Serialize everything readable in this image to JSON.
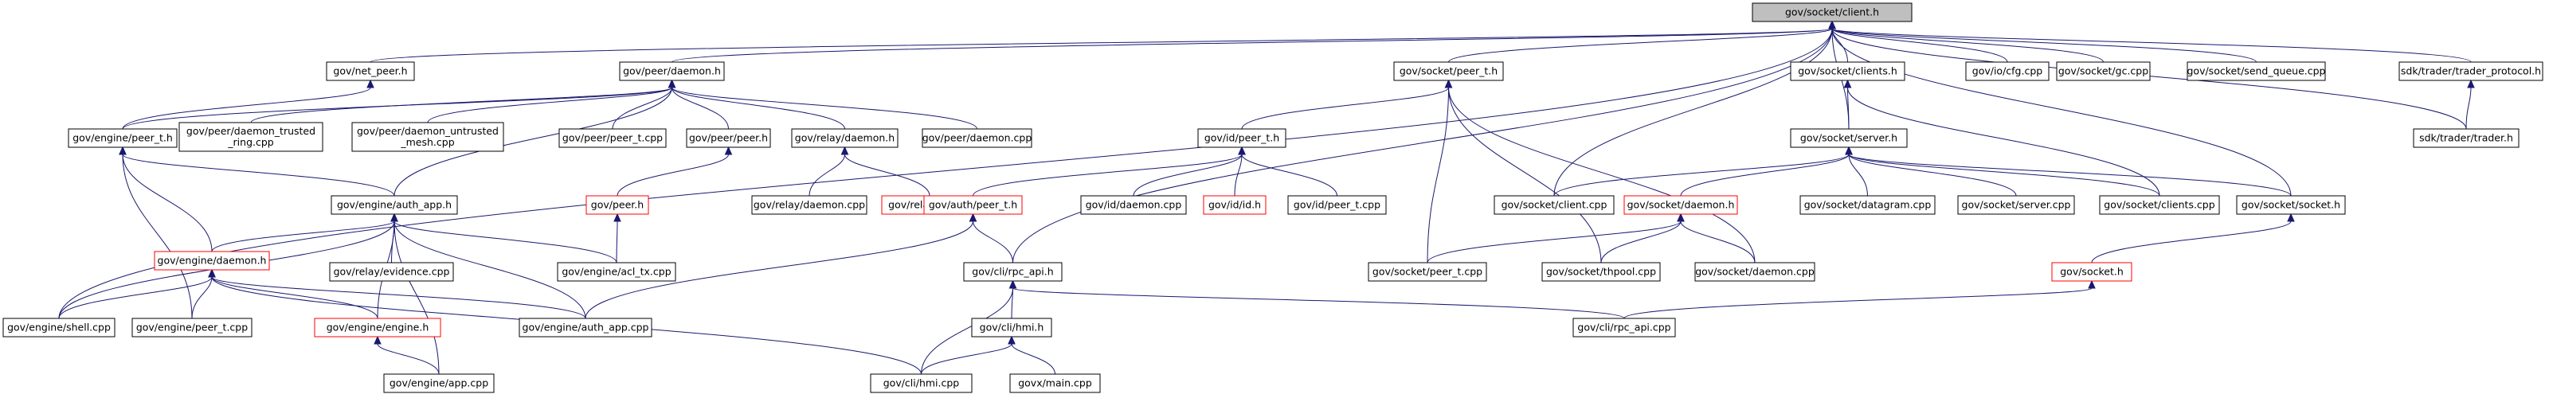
{
  "title": "gov/socket/client.h",
  "nodes": {
    "root": {
      "label": [
        "gov/socket/client.h"
      ],
      "root": true
    },
    "net_peer": {
      "label": [
        "gov/net_peer.h"
      ]
    },
    "peer_daemon_h": {
      "label": [
        "gov/peer/daemon.h"
      ]
    },
    "sock_peer_t_h": {
      "label": [
        "gov/socket/peer_t.h"
      ]
    },
    "sock_clients_h": {
      "label": [
        "gov/socket/clients.h"
      ]
    },
    "io_cfg": {
      "label": [
        "gov/io/cfg.cpp"
      ]
    },
    "sock_gc": {
      "label": [
        "gov/socket/gc.cpp"
      ]
    },
    "send_queue": {
      "label": [
        "gov/socket/send_queue.cpp"
      ]
    },
    "trader_protocol": {
      "label": [
        "sdk/trader/trader_protocol.h"
      ]
    },
    "engine_peer_t_h": {
      "label": [
        "gov/engine/peer_t.h"
      ]
    },
    "daemon_trusted": {
      "label": [
        "gov/peer/daemon_trusted",
        "_ring.cpp"
      ]
    },
    "daemon_untrusted": {
      "label": [
        "gov/peer/daemon_untrusted",
        "_mesh.cpp"
      ]
    },
    "peer_peer_t_cpp": {
      "label": [
        "gov/peer/peer_t.cpp"
      ]
    },
    "peer_peer_h": {
      "label": [
        "gov/peer/peer.h"
      ]
    },
    "relay_daemon_h": {
      "label": [
        "gov/relay/daemon.h"
      ]
    },
    "peer_daemon_cpp": {
      "label": [
        "gov/peer/daemon.cpp"
      ]
    },
    "id_peer_t_h": {
      "label": [
        "gov/id/peer_t.h"
      ]
    },
    "sock_server_h": {
      "label": [
        "gov/socket/server.h"
      ]
    },
    "trader_h": {
      "label": [
        "sdk/trader/trader.h"
      ]
    },
    "engine_auth_app_h": {
      "label": [
        "gov/engine/auth_app.h"
      ]
    },
    "peer_h": {
      "label": [
        "gov/peer.h"
      ],
      "red": true
    },
    "relay_daemon_cpp": {
      "label": [
        "gov/relay/daemon.cpp"
      ]
    },
    "relay_h": {
      "label": [
        "gov/relay/relay.h"
      ],
      "red": true
    },
    "auth_peer_t_h": {
      "label": [
        "gov/auth/peer_t.h"
      ],
      "red": true
    },
    "id_daemon_cpp": {
      "label": [
        "gov/id/daemon.cpp"
      ]
    },
    "id_id_h": {
      "label": [
        "gov/id/id.h"
      ],
      "red": true
    },
    "id_peer_t_cpp": {
      "label": [
        "gov/id/peer_t.cpp"
      ]
    },
    "sock_client_cpp": {
      "label": [
        "gov/socket/client.cpp"
      ]
    },
    "sock_daemon_h": {
      "label": [
        "gov/socket/daemon.h"
      ],
      "red": true
    },
    "sock_datagram": {
      "label": [
        "gov/socket/datagram.cpp"
      ]
    },
    "sock_server_cpp": {
      "label": [
        "gov/socket/server.cpp"
      ]
    },
    "sock_clients_cpp": {
      "label": [
        "gov/socket/clients.cpp"
      ]
    },
    "sock_socket_h": {
      "label": [
        "gov/socket/socket.h"
      ]
    },
    "engine_daemon_h": {
      "label": [
        "gov/engine/daemon.h"
      ],
      "red": true
    },
    "relay_evidence": {
      "label": [
        "gov/relay/evidence.cpp"
      ]
    },
    "acl_tx": {
      "label": [
        "gov/engine/acl_tx.cpp"
      ]
    },
    "cli_rpc_api_h": {
      "label": [
        "gov/cli/rpc_api.h"
      ]
    },
    "sock_peer_t_cpp": {
      "label": [
        "gov/socket/peer_t.cpp"
      ]
    },
    "thpool": {
      "label": [
        "gov/socket/thpool.cpp"
      ]
    },
    "sock_daemon_cpp": {
      "label": [
        "gov/socket/daemon.cpp"
      ]
    },
    "socket_h": {
      "label": [
        "gov/socket.h"
      ],
      "red": true
    },
    "shell_cpp": {
      "label": [
        "gov/engine/shell.cpp"
      ]
    },
    "engine_peer_t_cpp": {
      "label": [
        "gov/engine/peer_t.cpp"
      ]
    },
    "engine_engine_h": {
      "label": [
        "gov/engine/engine.h"
      ],
      "red": true
    },
    "auth_app_cpp": {
      "label": [
        "gov/engine/auth_app.cpp"
      ]
    },
    "cli_hmi_h": {
      "label": [
        "gov/cli/hmi.h"
      ]
    },
    "cli_rpc_api_cpp": {
      "label": [
        "gov/cli/rpc_api.cpp"
      ]
    },
    "engine_app": {
      "label": [
        "gov/engine/app.cpp"
      ]
    },
    "cli_hmi_cpp": {
      "label": [
        "gov/cli/hmi.cpp"
      ]
    },
    "govx_main": {
      "label": [
        "govx/main.cpp"
      ]
    }
  }
}
